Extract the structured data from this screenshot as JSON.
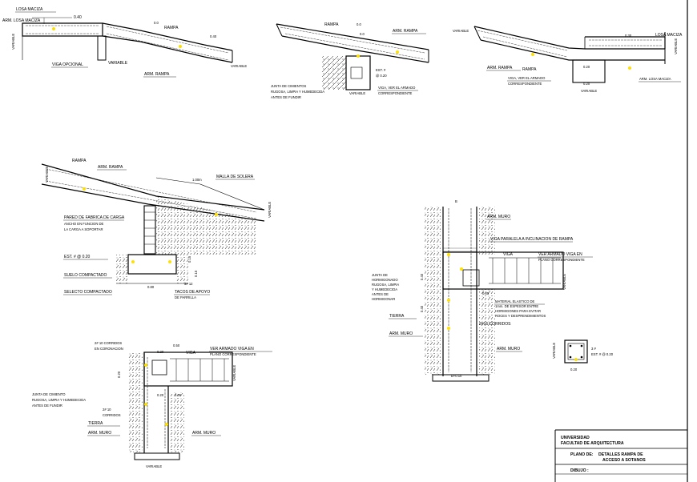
{
  "details": {
    "ramp_top_left": {
      "labels": [
        "LOSA MACIZA",
        "ARM. LOSA MACIZA",
        "RAMPA",
        "VARIABLE",
        "VIGA OPCIONAL",
        "VARIABLE",
        "ARM. RAMPA",
        "VARIABLE"
      ],
      "dims": [
        "0.40",
        "0.0",
        "0.40"
      ]
    },
    "ramp_top_mid": {
      "labels": [
        "RAMPA",
        "ARM. RAMPA",
        "JUNTA DE CIMIENTOS",
        "RUGOSA, LIMPIA Y HUMEDECIDA",
        "ANTES DE FUNDIR",
        "VIGA, VER EL ARMADO",
        "CORRESPONDIENTE",
        "VARIABLE",
        "EST. #"
      ],
      "dims": [
        "0.0",
        "0.0",
        "@ 0.20"
      ]
    },
    "ramp_top_right": {
      "labels": [
        "VARIABLE",
        "LOSA MACIZA",
        "RAMPA",
        "ARM. RAMPA",
        "VIGA, VER EL ARMADO",
        "CORRESPONDIENTE",
        "ARM. LOSA MACIZA",
        "VARIABLE",
        "VARIABLE"
      ],
      "dims": [
        "0.30",
        "0.20",
        "0.20"
      ]
    },
    "ramp_wall": {
      "labels": [
        "RAMPA",
        "ARM. RAMPA",
        "MALLA DE SOLERA",
        "PARED DE FABRICA DE CARGA",
        "ANCHO EN FUNCION DE",
        "LA CARGA A SOPORTAR",
        "EST. # @ 0.20",
        "SUELO COMPACTADO",
        "SELECTO COMPACTADO",
        "TACOS DE APOYO",
        "DE PARRILLA",
        "VARIABLE",
        "VARIABLE"
      ],
      "dims": [
        "1.00m",
        "0.15",
        "0.15",
        "0.80",
        "3# 12"
      ]
    },
    "wall_beam": {
      "labels": [
        "ARM. MURO",
        "VIGA PARALELA A INCLINACION DE RAMPA",
        "VIGA",
        "VER ARMADO VIGA EN",
        "PLANO CORRESPONDIENTE",
        "JUNTA DE",
        "HORMIGONADO",
        "RUGOSA, LIMPIA",
        "Y HUMEDECIDA",
        "ANTES DE",
        "HORMIGONAR",
        "MATERIAL ELASTICO DE",
        "1mm. DE ESPESOR ENTRE",
        "HORMIGONES PARA EVITAR",
        "ROCES Y DESPRENDIMIENTOS",
        "2#16 CORRIDOS",
        "TIERRA",
        "ARM. MURO",
        "ARM. MURO",
        "VARIABLE"
      ],
      "dims": [
        "B",
        "0.40",
        "0.40",
        "0.05",
        "B+0.10"
      ]
    },
    "column_section": {
      "labels": [
        "VARIABLE",
        "3 #",
        "EST. # @ 0.20"
      ],
      "dims": [
        "0.20"
      ]
    },
    "wall_corner": {
      "labels": [
        "2# 10 CORRIDOS",
        "EN CORONACION",
        "VIGA",
        "VER ARMADO VIGA EN",
        "PLANO CORRESPONDIENTE",
        "JUNTA DE CIMIENTO",
        "RUGOSA, LIMPIA Y HUMEDECIDA",
        "ANTES DE FUNDIR",
        "2# 10",
        "CORRIDOS",
        "TIERRA",
        "ARM. MURO",
        "ARM. MURO",
        "VARIABLE",
        "VARIABLE"
      ],
      "dims": [
        "0.50",
        "0.20",
        "0.20",
        "0.05",
        "0.20"
      ]
    }
  },
  "title_block": {
    "institution": "UNIVERSIDAD",
    "faculty": "FACULTAD DE ARQUITECTURA",
    "plan_label": "PLANO DE:",
    "plan_title_1": "DETALLES RAMPA DE",
    "plan_title_2": "ACCESO A SOTANOS",
    "drawing_label": "DIBUJO :"
  }
}
